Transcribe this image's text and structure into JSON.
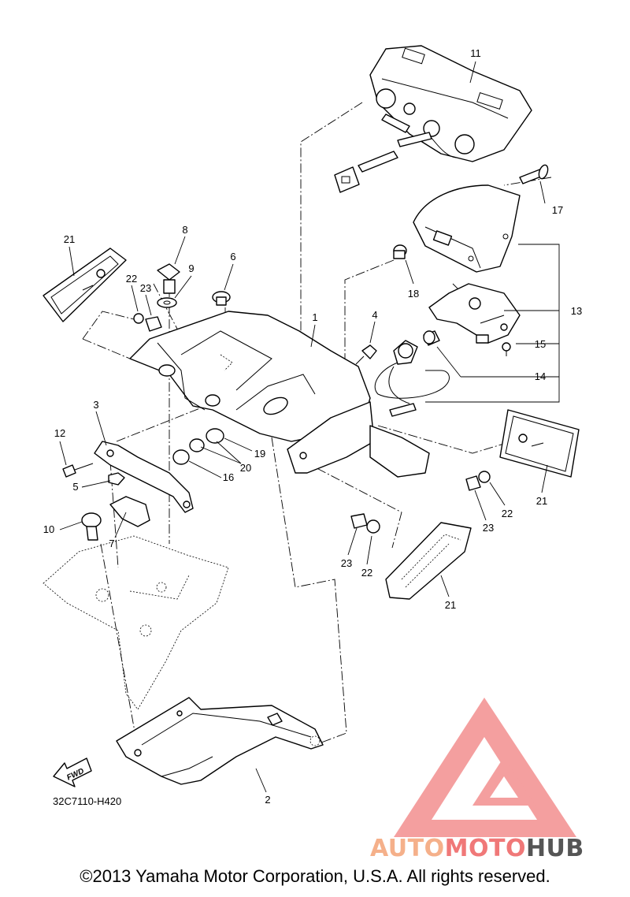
{
  "diagram": {
    "code": "32C7110-H420",
    "fwd_label": "FWD",
    "callouts": [
      {
        "id": "c1",
        "text": "1"
      },
      {
        "id": "c2",
        "text": "2"
      },
      {
        "id": "c3",
        "text": "3"
      },
      {
        "id": "c4",
        "text": "4"
      },
      {
        "id": "c5",
        "text": "5"
      },
      {
        "id": "c6",
        "text": "6"
      },
      {
        "id": "c7",
        "text": "7"
      },
      {
        "id": "c8",
        "text": "8"
      },
      {
        "id": "c9",
        "text": "9"
      },
      {
        "id": "c10",
        "text": "10"
      },
      {
        "id": "c11",
        "text": "11"
      },
      {
        "id": "c12",
        "text": "12"
      },
      {
        "id": "c13",
        "text": "13"
      },
      {
        "id": "c14",
        "text": "14"
      },
      {
        "id": "c15",
        "text": "15"
      },
      {
        "id": "c16",
        "text": "16"
      },
      {
        "id": "c17",
        "text": "17"
      },
      {
        "id": "c18",
        "text": "18"
      },
      {
        "id": "c19",
        "text": "19"
      },
      {
        "id": "c20",
        "text": "20"
      },
      {
        "id": "c21a",
        "text": "21"
      },
      {
        "id": "c21b",
        "text": "21"
      },
      {
        "id": "c21c",
        "text": "21"
      },
      {
        "id": "c22a",
        "text": "22"
      },
      {
        "id": "c22b",
        "text": "22"
      },
      {
        "id": "c22c",
        "text": "22"
      },
      {
        "id": "c23a",
        "text": "23"
      },
      {
        "id": "c23b",
        "text": "23"
      },
      {
        "id": "c23c",
        "text": "23"
      }
    ]
  },
  "watermark": {
    "part1": "AUTO",
    "part2": "MOTO",
    "part3": "HUB",
    "color_light": "#f5b08a",
    "color_red": "#f07878",
    "color_dark": "#555555"
  },
  "footer": {
    "copyright": "©2013 Yamaha Motor Corporation, U.S.A. All rights reserved."
  }
}
